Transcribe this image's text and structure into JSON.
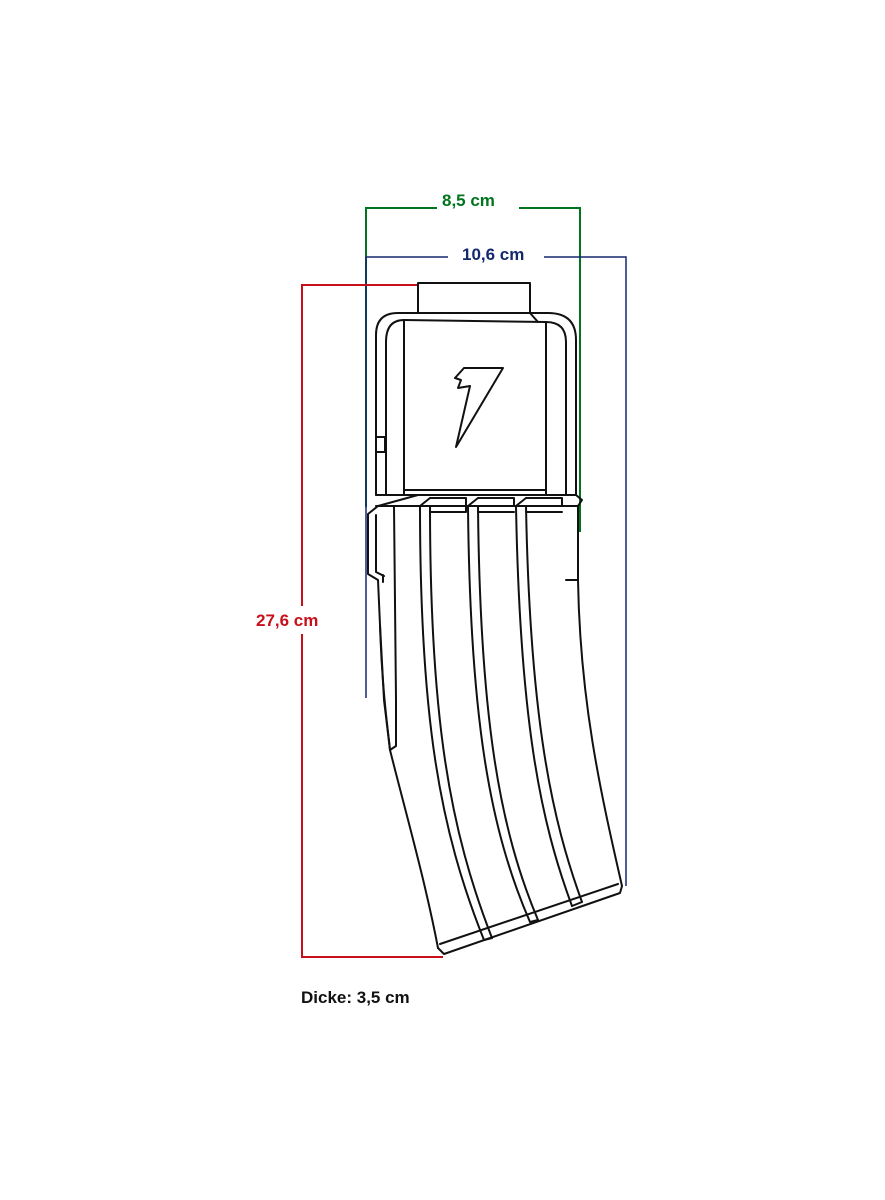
{
  "dimensions": {
    "width_inner": {
      "label": "8,5 cm",
      "color": "#00751e"
    },
    "width_outer": {
      "label": "10,6 cm",
      "color": "#14286e"
    },
    "height": {
      "label": "27,6 cm",
      "color": "#c8101a"
    },
    "thickness": {
      "label": "Dicke: 3,5 cm",
      "color": "#111111"
    }
  },
  "drawing": {
    "stroke_color": "#111111",
    "logo": "lightning-bolt-logo"
  }
}
